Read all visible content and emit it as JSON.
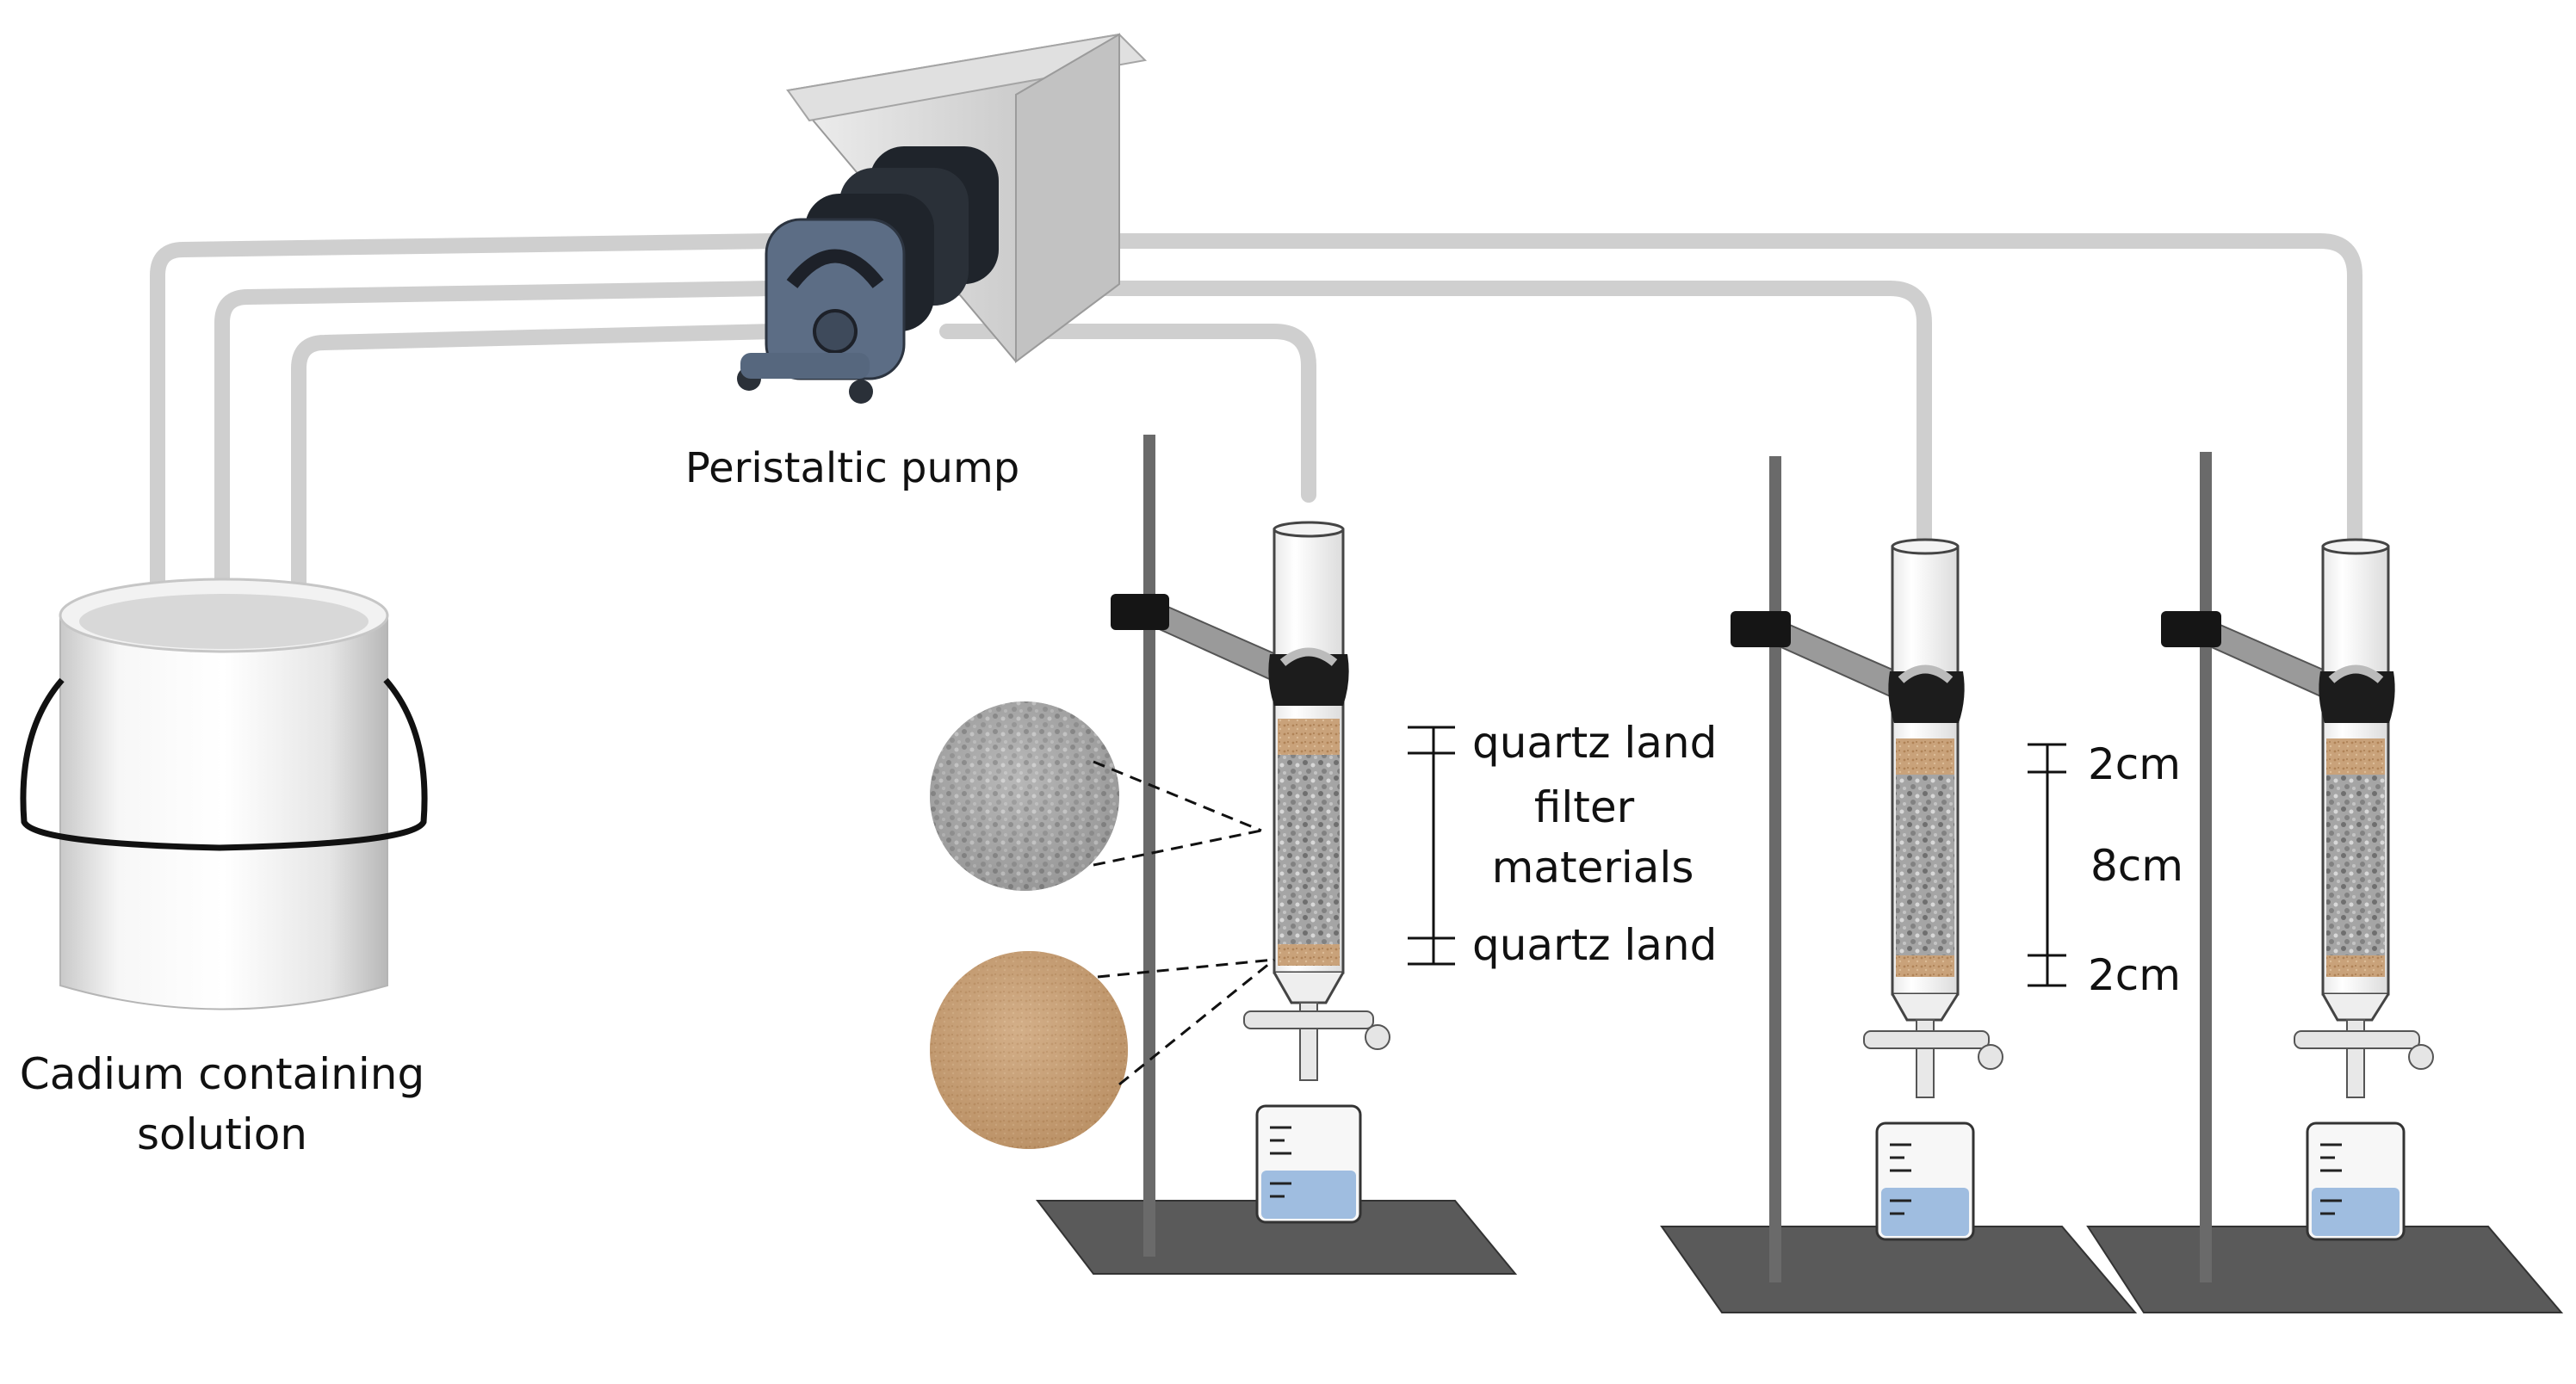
{
  "labels": {
    "pump": "Peristaltic pump",
    "bucket_line1": "Cadium containing",
    "bucket_line2": "solution",
    "layer_top": "quartz land",
    "layer_mid_line1": "filter",
    "layer_mid_line2": "materials",
    "layer_bottom": "quartz land",
    "dim_top": "2cm",
    "dim_mid": "8cm",
    "dim_bottom": "2cm"
  },
  "colors": {
    "tube": "#d2d2d2",
    "pump_head": "#56677e",
    "pump_dark": "#1e2229",
    "sand": "#c9a27a",
    "gravel": "#9a9a9a",
    "water": "#9fbde0",
    "base": "#555555",
    "rod": "#6a6a6a",
    "clamp": "#1a1a1a"
  },
  "icons": {
    "pump": "peristaltic-pump-icon",
    "bucket": "bucket-icon",
    "column": "filter-column-icon",
    "stand": "ring-stand-icon",
    "beaker": "beaker-icon",
    "gravel_sample": "gravel-sample-icon",
    "sand_sample": "sand-sample-icon"
  },
  "columns_count": 3
}
